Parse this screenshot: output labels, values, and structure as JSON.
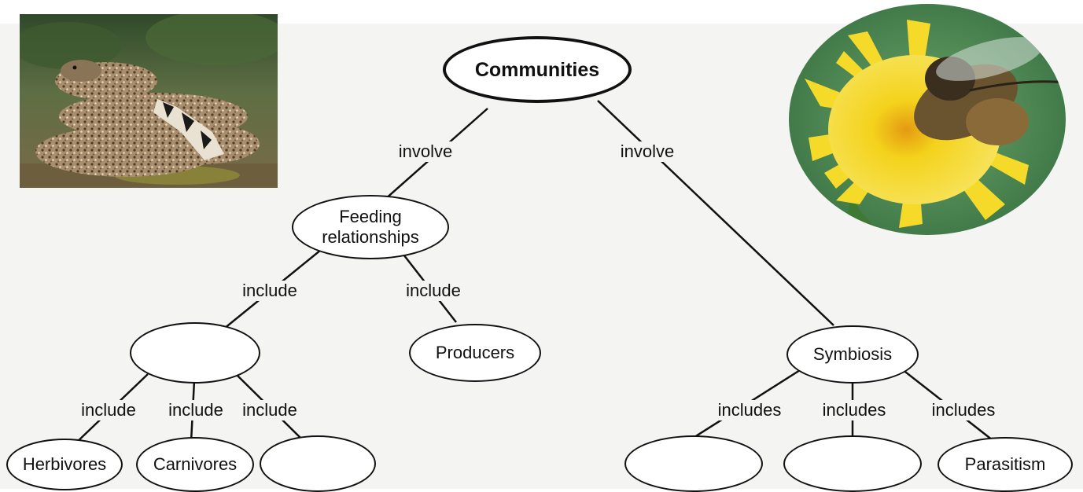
{
  "diagram": {
    "root": "Communities",
    "feeding": "Feeding relationships",
    "producers": "Producers",
    "herbivores": "Herbivores",
    "carnivores": "Carnivores",
    "symbiosis": "Symbiosis",
    "parasitism": "Parasitism",
    "blank_consumers": "",
    "blank_third_consumer": "",
    "blank_symbiosis_1": "",
    "blank_symbiosis_2": ""
  },
  "links": {
    "involve_left": "involve",
    "involve_right": "involve",
    "include_left": "include",
    "include_right": "include",
    "include_herb": "include",
    "include_carn": "include",
    "include_third": "include",
    "includes_1": "includes",
    "includes_2": "includes",
    "includes_3": "includes"
  },
  "photos": {
    "left_subject": "rattlesnake-photo",
    "right_subject": "bee-on-flower-photo"
  },
  "colors": {
    "panel_bg": "#f4f4f2",
    "flower_yellow": "#f4d21c",
    "snake_tan": "#a88e6c"
  }
}
